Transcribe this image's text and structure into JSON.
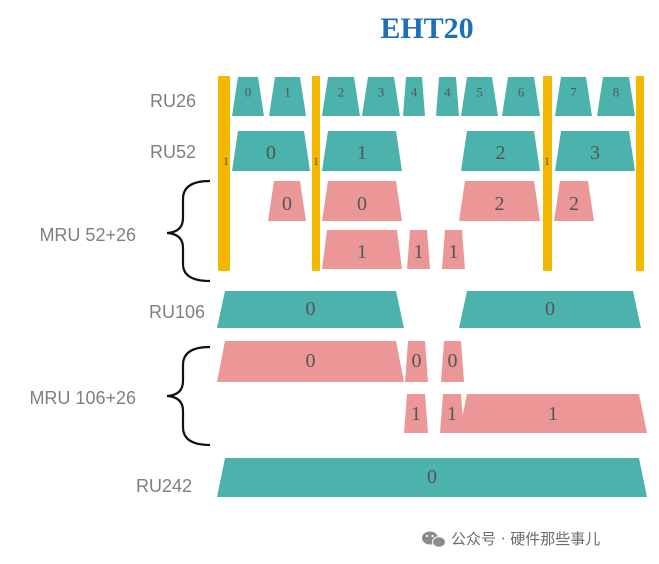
{
  "title": "EHT20",
  "rows": [
    {
      "key": "ru26",
      "label": "RU26"
    },
    {
      "key": "ru52",
      "label": "RU52"
    },
    {
      "key": "mru52_26",
      "label": "MRU 52+26"
    },
    {
      "key": "ru106",
      "label": "RU106"
    },
    {
      "key": "mru106_26",
      "label": "MRU 106+26"
    },
    {
      "key": "ru242",
      "label": "RU242"
    }
  ],
  "colors": {
    "ru": "#4bb3ab",
    "mru": "#eb9797",
    "divider": "#f5b800",
    "title": "#1d6fba",
    "label": "#7f7f7f",
    "brace": "#111111"
  },
  "blocks": {
    "ru26": [
      "0",
      "1",
      "2",
      "3",
      "4",
      "4",
      "5",
      "6",
      "7",
      "8"
    ],
    "ru52": [
      "0",
      "1",
      "2",
      "3"
    ],
    "mru52_26": [
      "0",
      "0",
      "2",
      "2",
      "1",
      "1",
      "1"
    ],
    "ru106": [
      "0",
      "0"
    ],
    "mru106_26": [
      "0",
      "0",
      "0",
      "1",
      "1",
      "1"
    ],
    "ru242": [
      "0"
    ]
  },
  "divider_labels": [
    "1",
    "1",
    "1"
  ],
  "watermark": {
    "icon": "wechat-icon",
    "text": "公众号 · 硬件那些事儿"
  }
}
